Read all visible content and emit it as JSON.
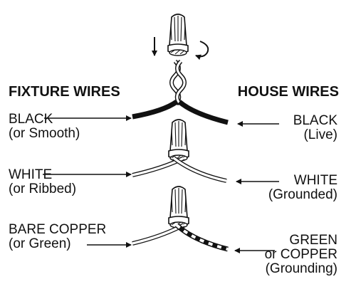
{
  "headers": {
    "fixture": "FIXTURE WIRES",
    "house": "HOUSE WIRES"
  },
  "rows": [
    {
      "left": [
        "BLACK",
        "(or Smooth)"
      ],
      "right": [
        "BLACK",
        "(Live)"
      ]
    },
    {
      "left": [
        "WHITE",
        "(or Ribbed)"
      ],
      "right": [
        "WHITE",
        "(Grounded)"
      ]
    },
    {
      "left": [
        "BARE COPPER",
        "(or Green)"
      ],
      "right": [
        "GREEN",
        "or COPPER",
        "(Grounding)"
      ]
    }
  ],
  "icons": [
    "wire-connector-icon",
    "down-arrow-icon",
    "rotate-arrow-icon"
  ],
  "colors": {
    "ink": "#111111",
    "wire_fill": "#ffffff"
  }
}
